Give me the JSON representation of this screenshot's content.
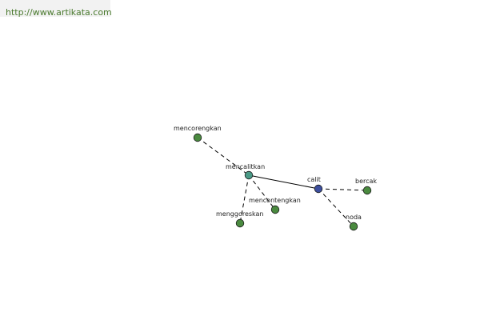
{
  "source": {
    "url_text": "http://www.artikata.com"
  },
  "graph": {
    "nodes": [
      {
        "id": "mencorengkan",
        "label": "mencorengkan",
        "color": "#4a8a3f"
      },
      {
        "id": "mencalitkan",
        "label": "mencalitkan",
        "color": "#4a9a86"
      },
      {
        "id": "calit",
        "label": "calit",
        "color": "#3d4f9e"
      },
      {
        "id": "bercak",
        "label": "bercak",
        "color": "#4a8a3f"
      },
      {
        "id": "mencontengkan",
        "label": "mencontengkan",
        "color": "#4a8a3f"
      },
      {
        "id": "menggoreskan",
        "label": "menggoreskan",
        "color": "#4a8a3f"
      },
      {
        "id": "noda",
        "label": "noda",
        "color": "#4a8a3f"
      }
    ],
    "edges": [
      {
        "from": "mencorengkan",
        "to": "mencalitkan",
        "style": "dashed"
      },
      {
        "from": "mencalitkan",
        "to": "calit",
        "style": "solid"
      },
      {
        "from": "mencalitkan",
        "to": "mencontengkan",
        "style": "dashed"
      },
      {
        "from": "mencalitkan",
        "to": "menggoreskan",
        "style": "dashed"
      },
      {
        "from": "calit",
        "to": "bercak",
        "style": "dashed"
      },
      {
        "from": "calit",
        "to": "noda",
        "style": "dashed"
      }
    ]
  }
}
